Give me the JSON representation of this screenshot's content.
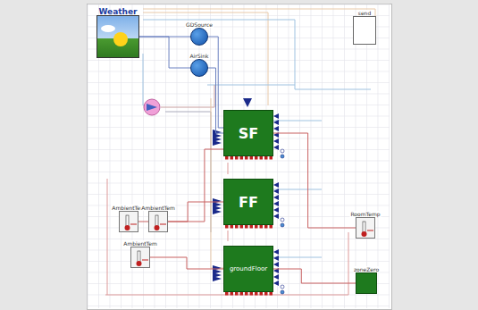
{
  "diagram": {
    "nodes": [
      {
        "text": [
          "Weather"
        ]
      },
      {
        "text": [
          "GDSource"
        ]
      },
      {
        "text": [
          "AirSink"
        ]
      },
      {
        "text": [
          "send"
        ]
      },
      {
        "text": [
          "SF"
        ]
      },
      {
        "text": [
          "FF"
        ]
      },
      {
        "text": [
          "groundFloor"
        ]
      },
      {
        "text": [
          "AmbientTem"
        ]
      },
      {
        "text": [
          "AmbientTem"
        ]
      },
      {
        "text": [
          "AmbientTem"
        ]
      },
      {
        "text": [
          "RoomTemp"
        ]
      },
      {
        "text": [
          "zoneZero"
        ]
      }
    ],
    "edges": [
      {
        "from": 0,
        "to": 1,
        "arrow": "none"
      },
      {
        "from": 0,
        "to": 2,
        "arrow": "none"
      },
      {
        "from": 1,
        "to": 4,
        "arrow": "none"
      },
      {
        "from": 2,
        "to": 4,
        "arrow": "none"
      },
      {
        "from": 7,
        "to": 5,
        "arrow": "none"
      },
      {
        "from": 8,
        "to": 4,
        "arrow": "none"
      },
      {
        "from": 9,
        "to": 6,
        "arrow": "none"
      },
      {
        "from": 10,
        "to": 4,
        "arrow": "none"
      },
      {
        "from": 11,
        "to": 6,
        "arrow": "none"
      }
    ]
  }
}
